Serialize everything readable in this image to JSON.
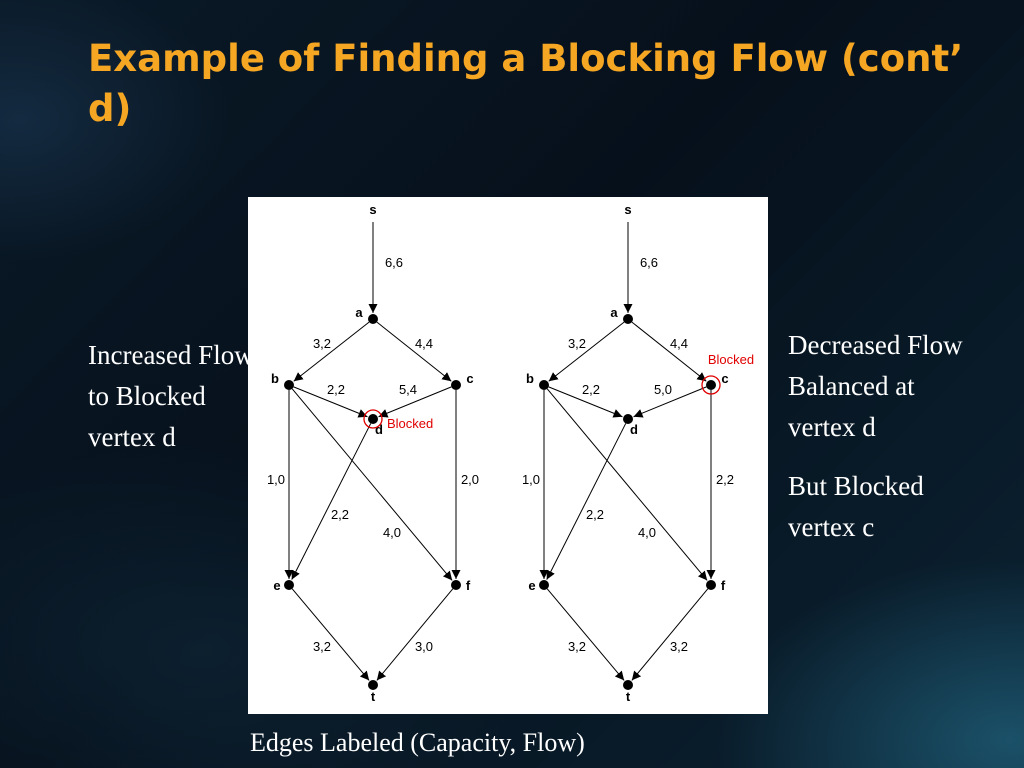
{
  "slide": {
    "title": "Example of Finding a Blocking Flow (cont’ d)",
    "left_lines": [
      "Increased Flow",
      "to Blocked",
      "vertex d"
    ],
    "right_paragraphs": [
      {
        "lines": [
          "Decreased Flow",
          "Balanced at",
          "vertex d"
        ]
      },
      {
        "lines": [
          "But Blocked",
          "vertex c"
        ]
      }
    ],
    "caption": "Edges Labeled  (Capacity, Flow)"
  },
  "diagram": {
    "blocked_text": "Blocked",
    "graphs": [
      {
        "nodes": [
          "s",
          "a",
          "b",
          "c",
          "d",
          "e",
          "f",
          "t"
        ],
        "edges": [
          {
            "from": "s",
            "to": "a",
            "label": "6,6"
          },
          {
            "from": "a",
            "to": "b",
            "label": "3,2"
          },
          {
            "from": "a",
            "to": "c",
            "label": "4,4"
          },
          {
            "from": "b",
            "to": "d",
            "label": "2,2"
          },
          {
            "from": "c",
            "to": "d",
            "label": "5,4"
          },
          {
            "from": "b",
            "to": "e",
            "label": "1,0"
          },
          {
            "from": "c",
            "to": "f",
            "label": "2,0"
          },
          {
            "from": "d",
            "to": "e",
            "label": "2,2"
          },
          {
            "from": "b",
            "to": "f",
            "label": "4,0"
          },
          {
            "from": "e",
            "to": "t",
            "label": "3,2"
          },
          {
            "from": "f",
            "to": "t",
            "label": "3,0"
          }
        ],
        "blocked_vertex": "d"
      },
      {
        "nodes": [
          "s",
          "a",
          "b",
          "c",
          "d",
          "e",
          "f",
          "t"
        ],
        "edges": [
          {
            "from": "s",
            "to": "a",
            "label": "6,6"
          },
          {
            "from": "a",
            "to": "b",
            "label": "3,2"
          },
          {
            "from": "a",
            "to": "c",
            "label": "4,4"
          },
          {
            "from": "b",
            "to": "d",
            "label": "2,2"
          },
          {
            "from": "c",
            "to": "d",
            "label": "5,0"
          },
          {
            "from": "b",
            "to": "e",
            "label": "1,0"
          },
          {
            "from": "c",
            "to": "f",
            "label": "2,2"
          },
          {
            "from": "d",
            "to": "e",
            "label": "2,2"
          },
          {
            "from": "b",
            "to": "f",
            "label": "4,0"
          },
          {
            "from": "e",
            "to": "t",
            "label": "3,2"
          },
          {
            "from": "f",
            "to": "t",
            "label": "3,2"
          }
        ],
        "blocked_vertex": "c"
      }
    ]
  }
}
